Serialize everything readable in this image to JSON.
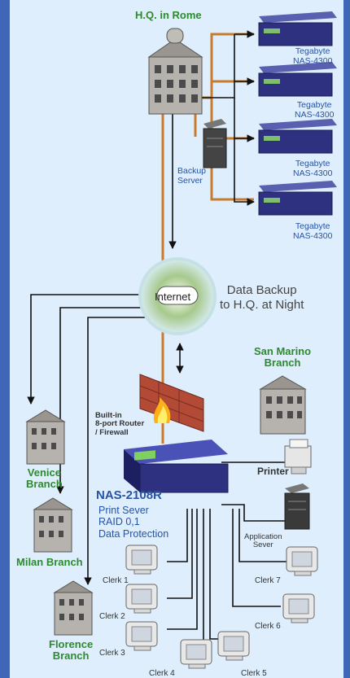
{
  "hq": {
    "title": "H.Q. in Rome"
  },
  "nas_units": [
    {
      "name": "Tegabyte",
      "model": "NAS-4300"
    },
    {
      "name": "Tegabyte",
      "model": "NAS-4300"
    },
    {
      "name": "Tegabyte",
      "model": "NAS-4300"
    },
    {
      "name": "Tegabyte",
      "model": "NAS-4300"
    }
  ],
  "backup_server": {
    "line1": "Backup",
    "line2": "Server"
  },
  "internet": {
    "label": "Internet"
  },
  "backup_note": {
    "line1": "Data Backup",
    "line2": "to H.Q. at Night"
  },
  "san_marino": {
    "line1": "San Marino",
    "line2": "Branch"
  },
  "router": {
    "line1": "Built-in",
    "line2": "8-port Router",
    "line3": "/ Firewall"
  },
  "nas_main": {
    "model": "NAS-2108R",
    "features": [
      "Print Sever",
      "RAID 0,1",
      "Data Protection"
    ]
  },
  "printer": {
    "label": "Printer"
  },
  "app_server": {
    "line1": "Application",
    "line2": "Sever"
  },
  "branches": {
    "venice": {
      "line1": "Venice",
      "line2": "Branch"
    },
    "milan": {
      "line1": "Milan Branch"
    },
    "florence": {
      "line1": "Florence",
      "line2": "Branch"
    }
  },
  "clerks": [
    "Clerk 1",
    "Clerk 2",
    "Clerk 3",
    "Clerk 4",
    "Clerk 5",
    "Clerk 6",
    "Clerk 7"
  ],
  "colors": {
    "frame": "#3f66b7",
    "backup_line": "#c87a2e",
    "branch_text": "#2e8a2e",
    "nas_text": "#2553a6"
  }
}
